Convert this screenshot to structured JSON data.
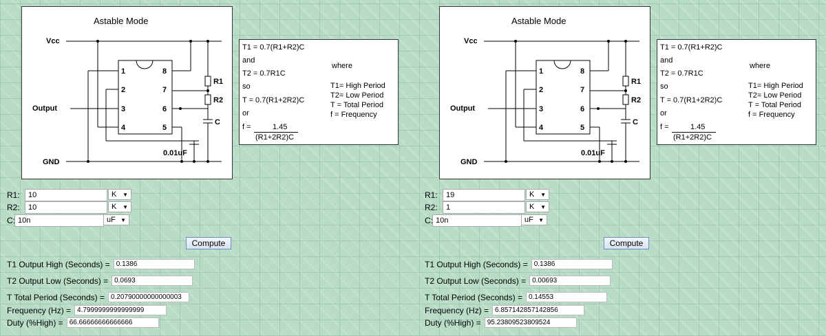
{
  "panels": [
    {
      "diagram": {
        "title": "Astable Mode",
        "vcc": "Vcc",
        "gnd": "GND",
        "output": "Output",
        "r1": "R1",
        "r2": "R2",
        "c": "C",
        "cap": "0.01uF",
        "pins": [
          "1",
          "2",
          "3",
          "4",
          "5",
          "6",
          "7",
          "8"
        ]
      },
      "formula": {
        "t1": "T1 = 0.7(R1+R2)C",
        "and": "and",
        "t2": "T2 = 0.7R1C",
        "so": "so",
        "t": "T = 0.7(R1+2R2)C",
        "or": "or",
        "f": "f =",
        "num": "1.45",
        "den": "(R1+2R2)C",
        "where": "where",
        "legend": [
          "T1= High Period",
          "T2= Low Period",
          "T = Total Period",
          "f = Frequency"
        ]
      },
      "inputs": [
        {
          "label": "R1:",
          "value": "10",
          "unit": "K"
        },
        {
          "label": "R2:",
          "value": "10",
          "unit": "K"
        },
        {
          "label": "C:",
          "value": "10n",
          "unit": "uF"
        }
      ],
      "compute": "Compute",
      "outputs": [
        {
          "label": "T1 Output High (Seconds) =",
          "value": "0.1386"
        },
        {
          "label": "T2 Output Low (Seconds) =",
          "value": "0.0693"
        },
        {
          "label": "T Total Period (Seconds) =",
          "value": "0.20790000000000003"
        },
        {
          "label": "Frequency (Hz) =",
          "value": "4.7999999999999999"
        },
        {
          "label": "Duty (%High) =",
          "value": "66.66666666666666"
        }
      ]
    },
    {
      "diagram": {
        "title": "Astable Mode",
        "vcc": "Vcc",
        "gnd": "GND",
        "output": "Output",
        "r1": "R1",
        "r2": "R2",
        "c": "C",
        "cap": "0.01uF",
        "pins": [
          "1",
          "2",
          "3",
          "4",
          "5",
          "6",
          "7",
          "8"
        ]
      },
      "formula": {
        "t1": "T1 = 0.7(R1+R2)C",
        "and": "and",
        "t2": "T2 = 0.7R1C",
        "so": "so",
        "t": "T = 0.7(R1+2R2)C",
        "or": "or",
        "f": "f =",
        "num": "1.45",
        "den": "(R1+2R2)C",
        "where": "where",
        "legend": [
          "T1= High Period",
          "T2= Low Period",
          "T = Total Period",
          "f = Frequency"
        ]
      },
      "inputs": [
        {
          "label": "R1:",
          "value": "19",
          "unit": "K"
        },
        {
          "label": "R2:",
          "value": "1",
          "unit": "K"
        },
        {
          "label": "C:",
          "value": "10n",
          "unit": "uF"
        }
      ],
      "compute": "Compute",
      "outputs": [
        {
          "label": "T1 Output High (Seconds) =",
          "value": "0.1386"
        },
        {
          "label": "T2 Output Low (Seconds) =",
          "value": "0.00693"
        },
        {
          "label": "T Total Period (Seconds) =",
          "value": "0.14553"
        },
        {
          "label": "Frequency (Hz) =",
          "value": "6.857142857142856"
        },
        {
          "label": "Duty (%High) =",
          "value": "95.23809523809524"
        }
      ]
    }
  ]
}
